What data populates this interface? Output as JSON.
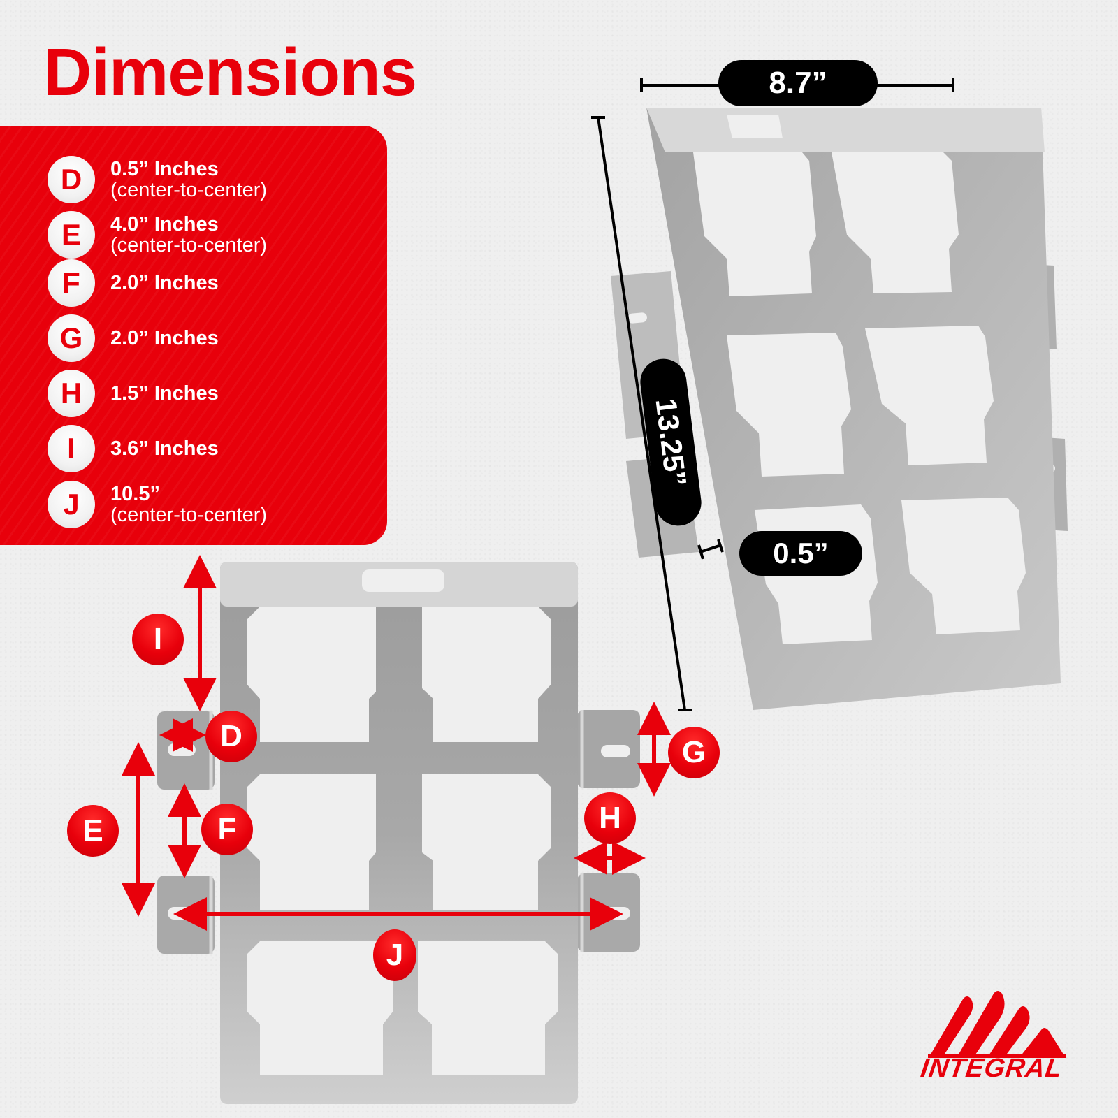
{
  "header": {
    "title": "Dimensions"
  },
  "legend": {
    "items": [
      {
        "letter": "D",
        "value": "0.5” Inches",
        "note": "(center-to-center)"
      },
      {
        "letter": "E",
        "value": "4.0” Inches",
        "note": "(center-to-center)"
      },
      {
        "letter": "F",
        "value": "2.0” Inches",
        "note": ""
      },
      {
        "letter": "G",
        "value": "2.0” Inches",
        "note": ""
      },
      {
        "letter": "H",
        "value": "1.5” Inches",
        "note": ""
      },
      {
        "letter": "I",
        "value": "3.6” Inches",
        "note": ""
      },
      {
        "letter": "J",
        "value": "10.5”",
        "note": "(center-to-center)"
      }
    ]
  },
  "front_view": {
    "labels": {
      "D": "D",
      "E": "E",
      "F": "F",
      "G": "G",
      "H": "H",
      "I": "I",
      "J": "J"
    }
  },
  "angled_view": {
    "width_label": "8.7”",
    "height_label": "13.25”",
    "thickness_label": "0.5”"
  },
  "brand": {
    "name": "INTEGRAL"
  },
  "colors": {
    "accent": "#e8000b",
    "panel_text": "#ffffff",
    "pill": "#000000",
    "metal": "#a9a9a9"
  }
}
